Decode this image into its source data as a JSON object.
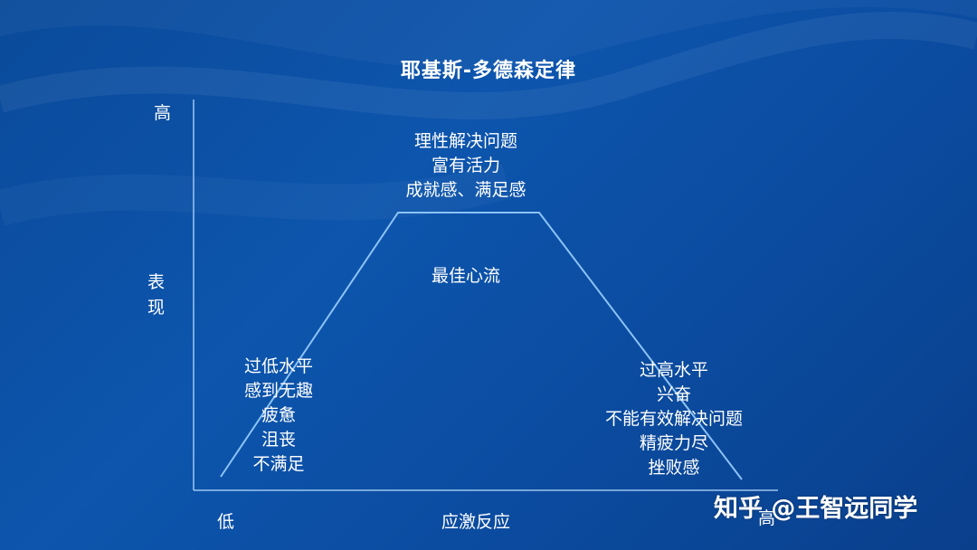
{
  "title": "耶基斯-多德森定律",
  "axes": {
    "y_high": "高",
    "y_title": [
      "表",
      "现"
    ],
    "x_low": "低",
    "x_title": "应激反应",
    "x_high": "高"
  },
  "top_block": [
    "理性解决问题",
    "富有活力",
    "成就感、满足感"
  ],
  "flow_label": "最佳心流",
  "left_block": [
    "过低水平",
    "感到无趣",
    "疲惫",
    "沮丧",
    "不满足"
  ],
  "right_block": [
    "过高水平",
    "兴奋",
    "不能有效解决问题",
    "精疲力尽",
    "挫败感"
  ],
  "watermark": "知乎 @王智远同学",
  "colors": {
    "background": "#0d55ad",
    "curve": "#8cc3f5",
    "axis": "#9cc6ef",
    "text": "#ffffff"
  }
}
